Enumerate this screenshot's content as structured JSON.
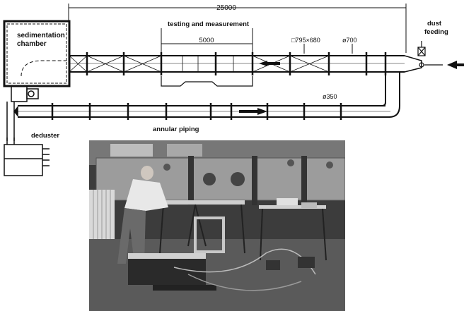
{
  "labels": {
    "overall_length": "25000",
    "testing": "testing and measurement",
    "section_length": "5000",
    "rect_duct": "□795×680",
    "duct_dia": "ø700",
    "dust_feeding_line1": "dust",
    "dust_feeding_line2": "feeding",
    "sedimentation_line1": "sedimentation",
    "sedimentation_line2": "chamber",
    "return_dia": "ø350",
    "annular_piping": "annular piping",
    "deduster": "deduster"
  },
  "colors": {
    "line": "#111111",
    "photo_floor": "#5a5a5a",
    "photo_wall": "#9a9a9a"
  }
}
